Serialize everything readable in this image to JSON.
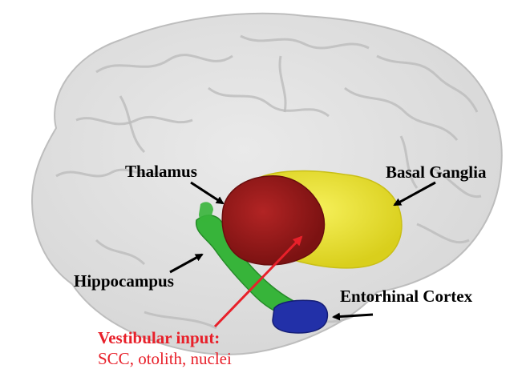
{
  "labels": {
    "thalamus": "Thalamus",
    "basal_ganglia": "Basal Ganglia",
    "hippocampus": "Hippocampus",
    "entorhinal_cortex": "Entorhinal Cortex",
    "vestibular_title": "Vestibular input:",
    "vestibular_sub": "SCC, otolith, nuclei"
  },
  "colors": {
    "brain": "#d9d9d9",
    "thalamus": "#9e1b1b",
    "basal_ganglia": "#f1ea2e",
    "hippocampus": "#37b43a",
    "entorhinal_cortex": "#2230a8",
    "arrow_black": "#000000",
    "arrow_red": "#e8202a"
  }
}
